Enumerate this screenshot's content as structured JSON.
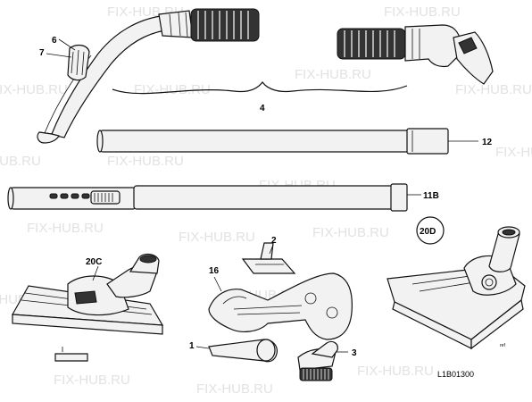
{
  "watermark": "FIX-HUB.RU",
  "labels": {
    "l6": "6",
    "l7": "7",
    "l4": "4",
    "l12": "12",
    "l11b": "11B",
    "l20d": "20D",
    "l20c": "20C",
    "l2": "2",
    "l16": "16",
    "l1": "1",
    "l3": "3"
  },
  "drawing_ref": "L1B01300"
}
